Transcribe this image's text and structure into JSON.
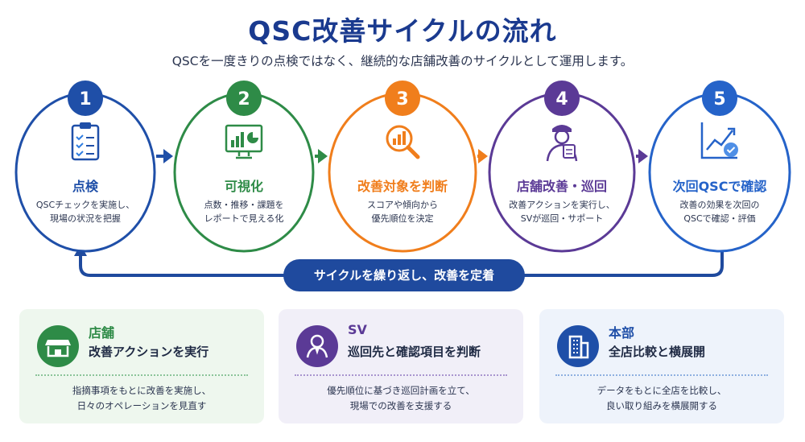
{
  "header": {
    "title": "QSC改善サイクルの流れ",
    "subtitle": "QSCを一度きりの点検ではなく、継続的な店舗改善のサイクルとして運用します。"
  },
  "steps": [
    {
      "number": "1",
      "label": "点検",
      "desc_line1": "QSCチェックを実施し、",
      "desc_line2": "現場の状況を把握",
      "color": "#1f4fa8",
      "icon": "clipboard-checklist-icon"
    },
    {
      "number": "2",
      "label": "可視化",
      "desc_line1": "点数・推移・課題を",
      "desc_line2": "レポートで見える化",
      "color": "#2e8b47",
      "icon": "monitor-chart-icon"
    },
    {
      "number": "3",
      "label": "改善対象を判断",
      "desc_line1": "スコアや傾向から",
      "desc_line2": "優先順位を決定",
      "color": "#f07e1c",
      "icon": "magnifier-chart-icon"
    },
    {
      "number": "4",
      "label": "店舗改善・巡回",
      "desc_line1": "改善アクションを実行し、",
      "desc_line2": "SVが巡回・サポート",
      "color": "#5b3a96",
      "icon": "supervisor-clipboard-icon"
    },
    {
      "number": "5",
      "label": "次回QSCで確認",
      "desc_line1": "改善の効果を次回の",
      "desc_line2": "QSCで確認・評価",
      "color": "#2563c9",
      "icon": "trend-check-icon"
    }
  ],
  "loop_banner": "サイクルを繰り返し、改善を定着",
  "cards": [
    {
      "head": "店舗",
      "sub": "改善アクションを実行",
      "body_line1": "指摘事項をもとに改善を実施し、",
      "body_line2": "日々のオペレーションを見直す",
      "accent": "#2e8b47",
      "bg": "#eef7ee",
      "icon": "storefront-icon"
    },
    {
      "head": "SV",
      "sub": "巡回先と確認項目を判断",
      "body_line1": "優先順位に基づき巡回計画を立て、",
      "body_line2": "現場での改善を支援する",
      "accent": "#5b3a96",
      "bg": "#f1eff8",
      "icon": "person-icon"
    },
    {
      "head": "本部",
      "sub": "全店比較と横展開",
      "body_line1": "データをもとに全店を比較し、",
      "body_line2": "良い取り組みを横展開する",
      "accent": "#1f4fa8",
      "bg": "#eef3fb",
      "icon": "office-building-icon"
    }
  ]
}
